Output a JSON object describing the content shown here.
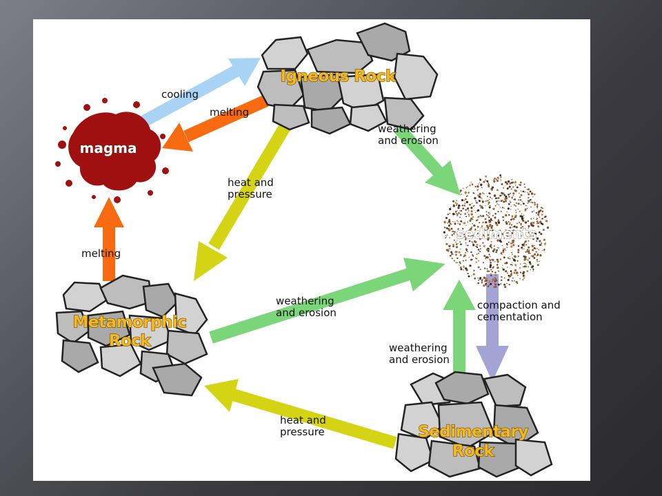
{
  "nodes": {
    "igneous": "Igneous Rock",
    "magma": "magma",
    "sediments": "sediments",
    "metamorphic_line1": "Metamorphic",
    "metamorphic_line2": "Rock",
    "sedimentary_line1": "Sedimentary",
    "sedimentary_line2": "Rock"
  },
  "edges": {
    "cooling": "cooling",
    "melting_top": "melting",
    "melting_left": "melting",
    "heat_pressure_1_line1": "heat and",
    "heat_pressure_1_line2": "pressure",
    "weathering_1_line1": "weathering",
    "weathering_1_line2": "and erosion",
    "weathering_2_line1": "weathering",
    "weathering_2_line2": "and erosion",
    "weathering_3_line1": "weathering",
    "weathering_3_line2": "and erosion",
    "compaction_line1": "compaction and",
    "compaction_line2": "cementation",
    "heat_pressure_2_line1": "heat and",
    "heat_pressure_2_line2": "pressure"
  },
  "colors": {
    "cooling_arrow": "#a9d3f5",
    "melting_arrow": "#f76a10",
    "heat_arrow": "#d4d415",
    "weathering_arrow": "#7bd67a",
    "compaction_arrow": "#a3a3d6",
    "magma": "#a01010",
    "rock_label": "#f6b81f"
  }
}
